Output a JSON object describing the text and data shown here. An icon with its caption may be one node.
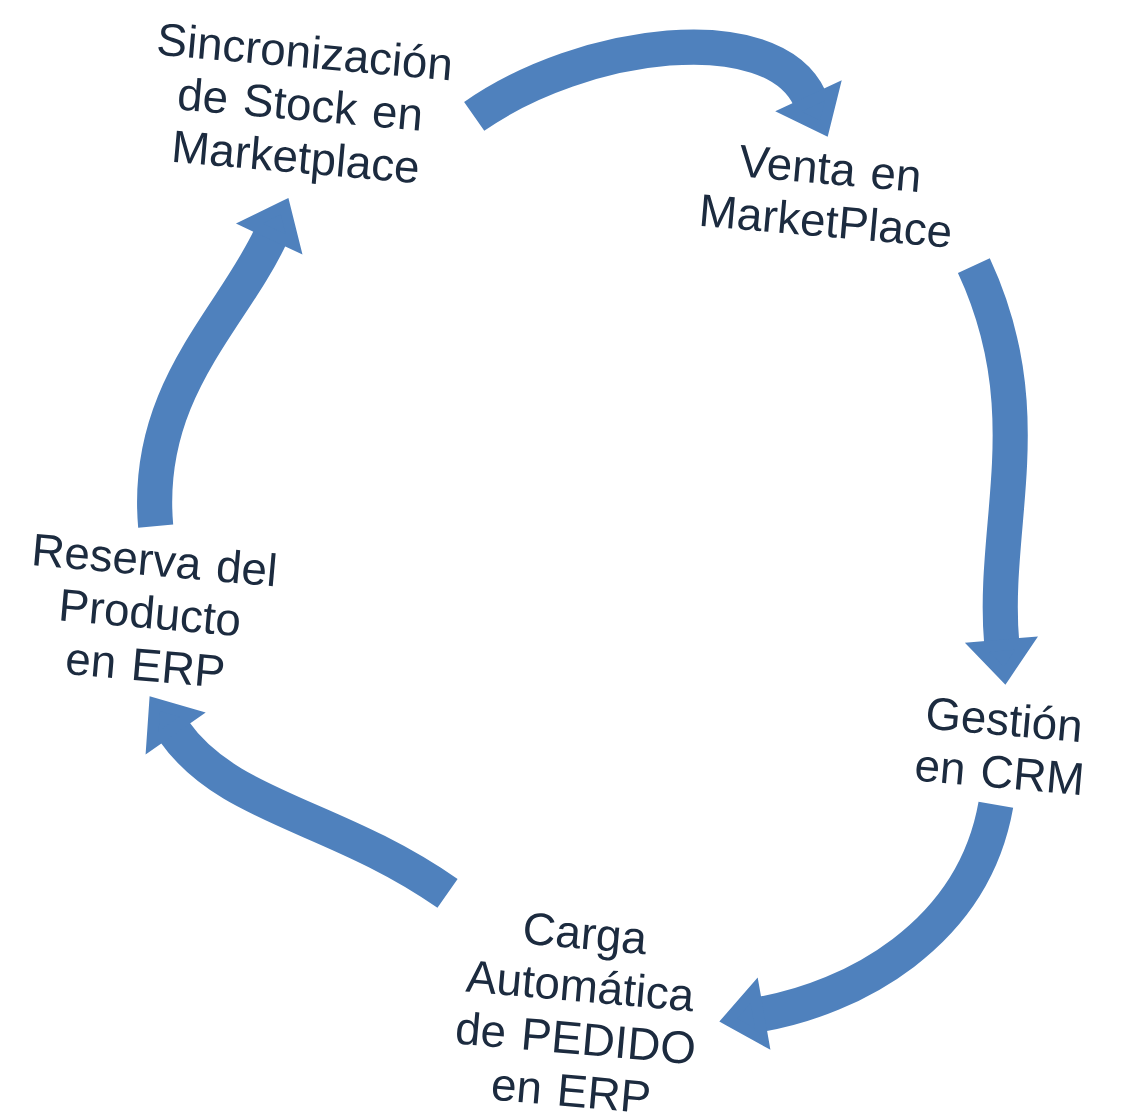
{
  "diagram": {
    "nodes": [
      {
        "text": [
          "Sincronización de Stock en Marketplace"
        ]
      },
      {
        "text": [
          "Venta en MarketPlace"
        ]
      },
      {
        "text": [
          "Gestión en CRM"
        ]
      },
      {
        "text": [
          "Carga Automática de PEDIDO en ERP"
        ]
      },
      {
        "text": [
          "Reserva del Producto en ERP"
        ]
      }
    ],
    "edges": [
      {
        "from": 0,
        "to": 1,
        "arrow": "to"
      },
      {
        "from": 1,
        "to": 2,
        "arrow": "to"
      },
      {
        "from": 2,
        "to": 3,
        "arrow": "to"
      },
      {
        "from": 3,
        "to": 4,
        "arrow": "to"
      },
      {
        "from": 4,
        "to": 0,
        "arrow": "to"
      }
    ]
  }
}
